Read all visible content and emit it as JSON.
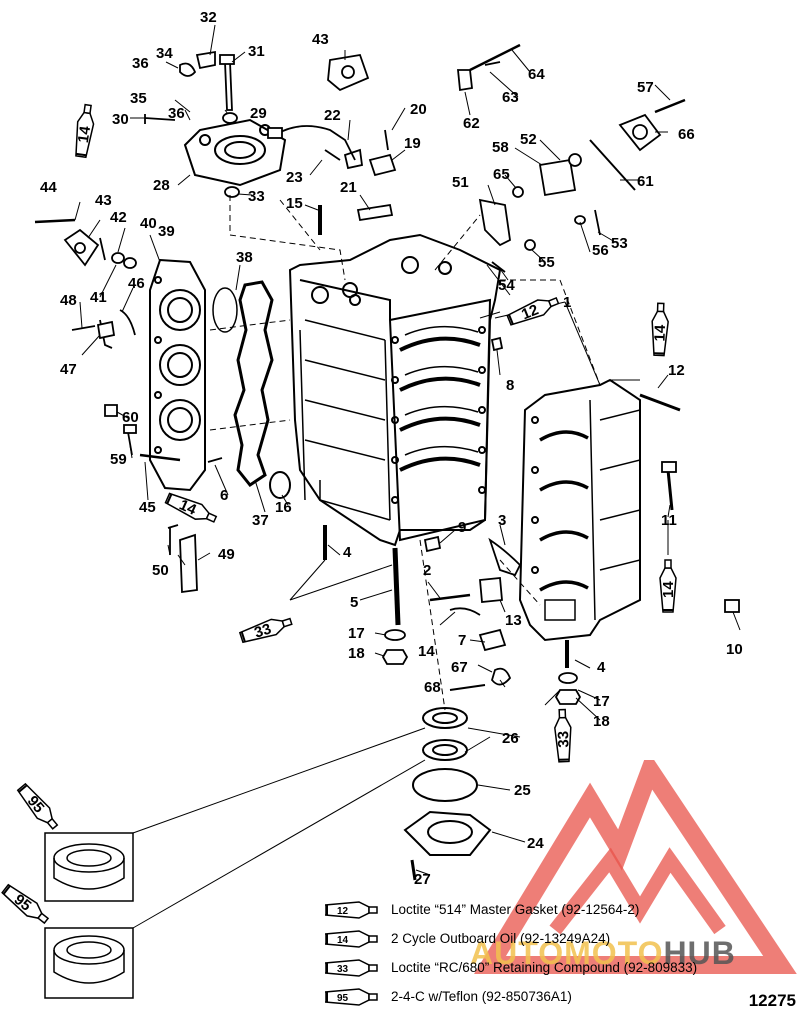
{
  "figure_number": "12275",
  "callouts": [
    "1",
    "2",
    "3",
    "4",
    "4",
    "5",
    "6",
    "7",
    "8",
    "9",
    "10",
    "11",
    "12",
    "13",
    "14",
    "15",
    "16",
    "17",
    "17",
    "18",
    "18",
    "19",
    "20",
    "21",
    "22",
    "23",
    "24",
    "25",
    "26",
    "27",
    "28",
    "29",
    "30",
    "31",
    "32",
    "33",
    "34",
    "35",
    "36",
    "36",
    "37",
    "38",
    "39",
    "40",
    "41",
    "42",
    "43",
    "43",
    "44",
    "45",
    "46",
    "47",
    "48",
    "49",
    "50",
    "51",
    "52",
    "53",
    "54",
    "55",
    "56",
    "57",
    "58",
    "59",
    "60",
    "61",
    "62",
    "63",
    "64",
    "65",
    "66",
    "67",
    "68"
  ],
  "tube_labels": {
    "t14a": "14",
    "t14b": "14",
    "t14c": "14",
    "t14d": "14",
    "t12": "12",
    "t33a": "33",
    "t33b": "33",
    "t95a": "95",
    "t95b": "95"
  },
  "legend": [
    {
      "code": "12",
      "text": "Loctite “514” Master Gasket (92-12564-2)"
    },
    {
      "code": "14",
      "text": "2 Cycle Outboard Oil (92-13249A24)"
    },
    {
      "code": "33",
      "text": "Loctite “RC/680” Retaining Compound (92-809833)"
    },
    {
      "code": "95",
      "text": "2-4-C w/Teflon (92-850736A1)"
    }
  ],
  "watermark": {
    "brand_a": "AUTOMOTO",
    "brand_b": "HUB"
  },
  "colors": {
    "line": "#000000",
    "watermark_red": "#e8534a",
    "watermark_gold": "#f2c14e",
    "watermark_grey": "#555555"
  }
}
